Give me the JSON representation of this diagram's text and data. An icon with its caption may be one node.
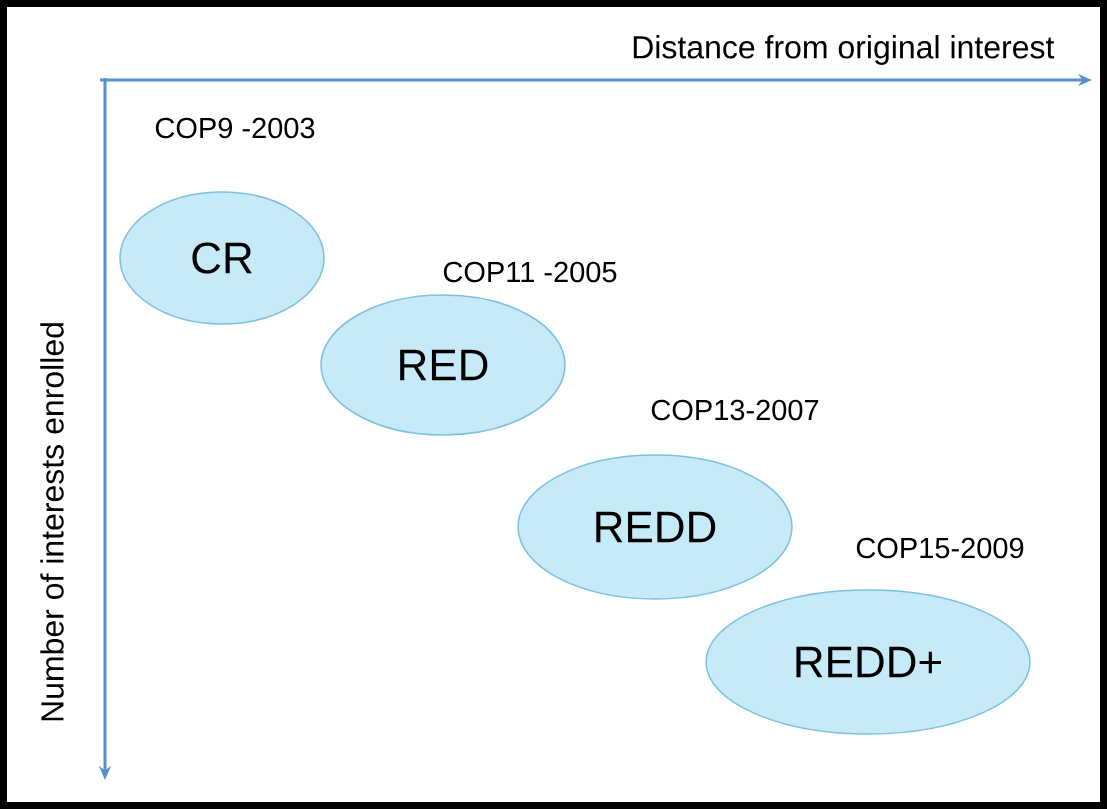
{
  "diagram": {
    "nodes": [
      {
        "text": [
          "CR"
        ],
        "beside": [
          "COP9 -2003"
        ]
      },
      {
        "text": [
          "RED"
        ],
        "beside": [
          "COP11 -2005"
        ]
      },
      {
        "text": [
          "REDD"
        ],
        "beside": [
          "COP13-2007"
        ]
      },
      {
        "text": [
          "REDD+"
        ],
        "beside": [
          "COP15-2009"
        ]
      }
    ],
    "labels": [
      "Distance from original interest",
      "Number of interests enrolled"
    ]
  }
}
